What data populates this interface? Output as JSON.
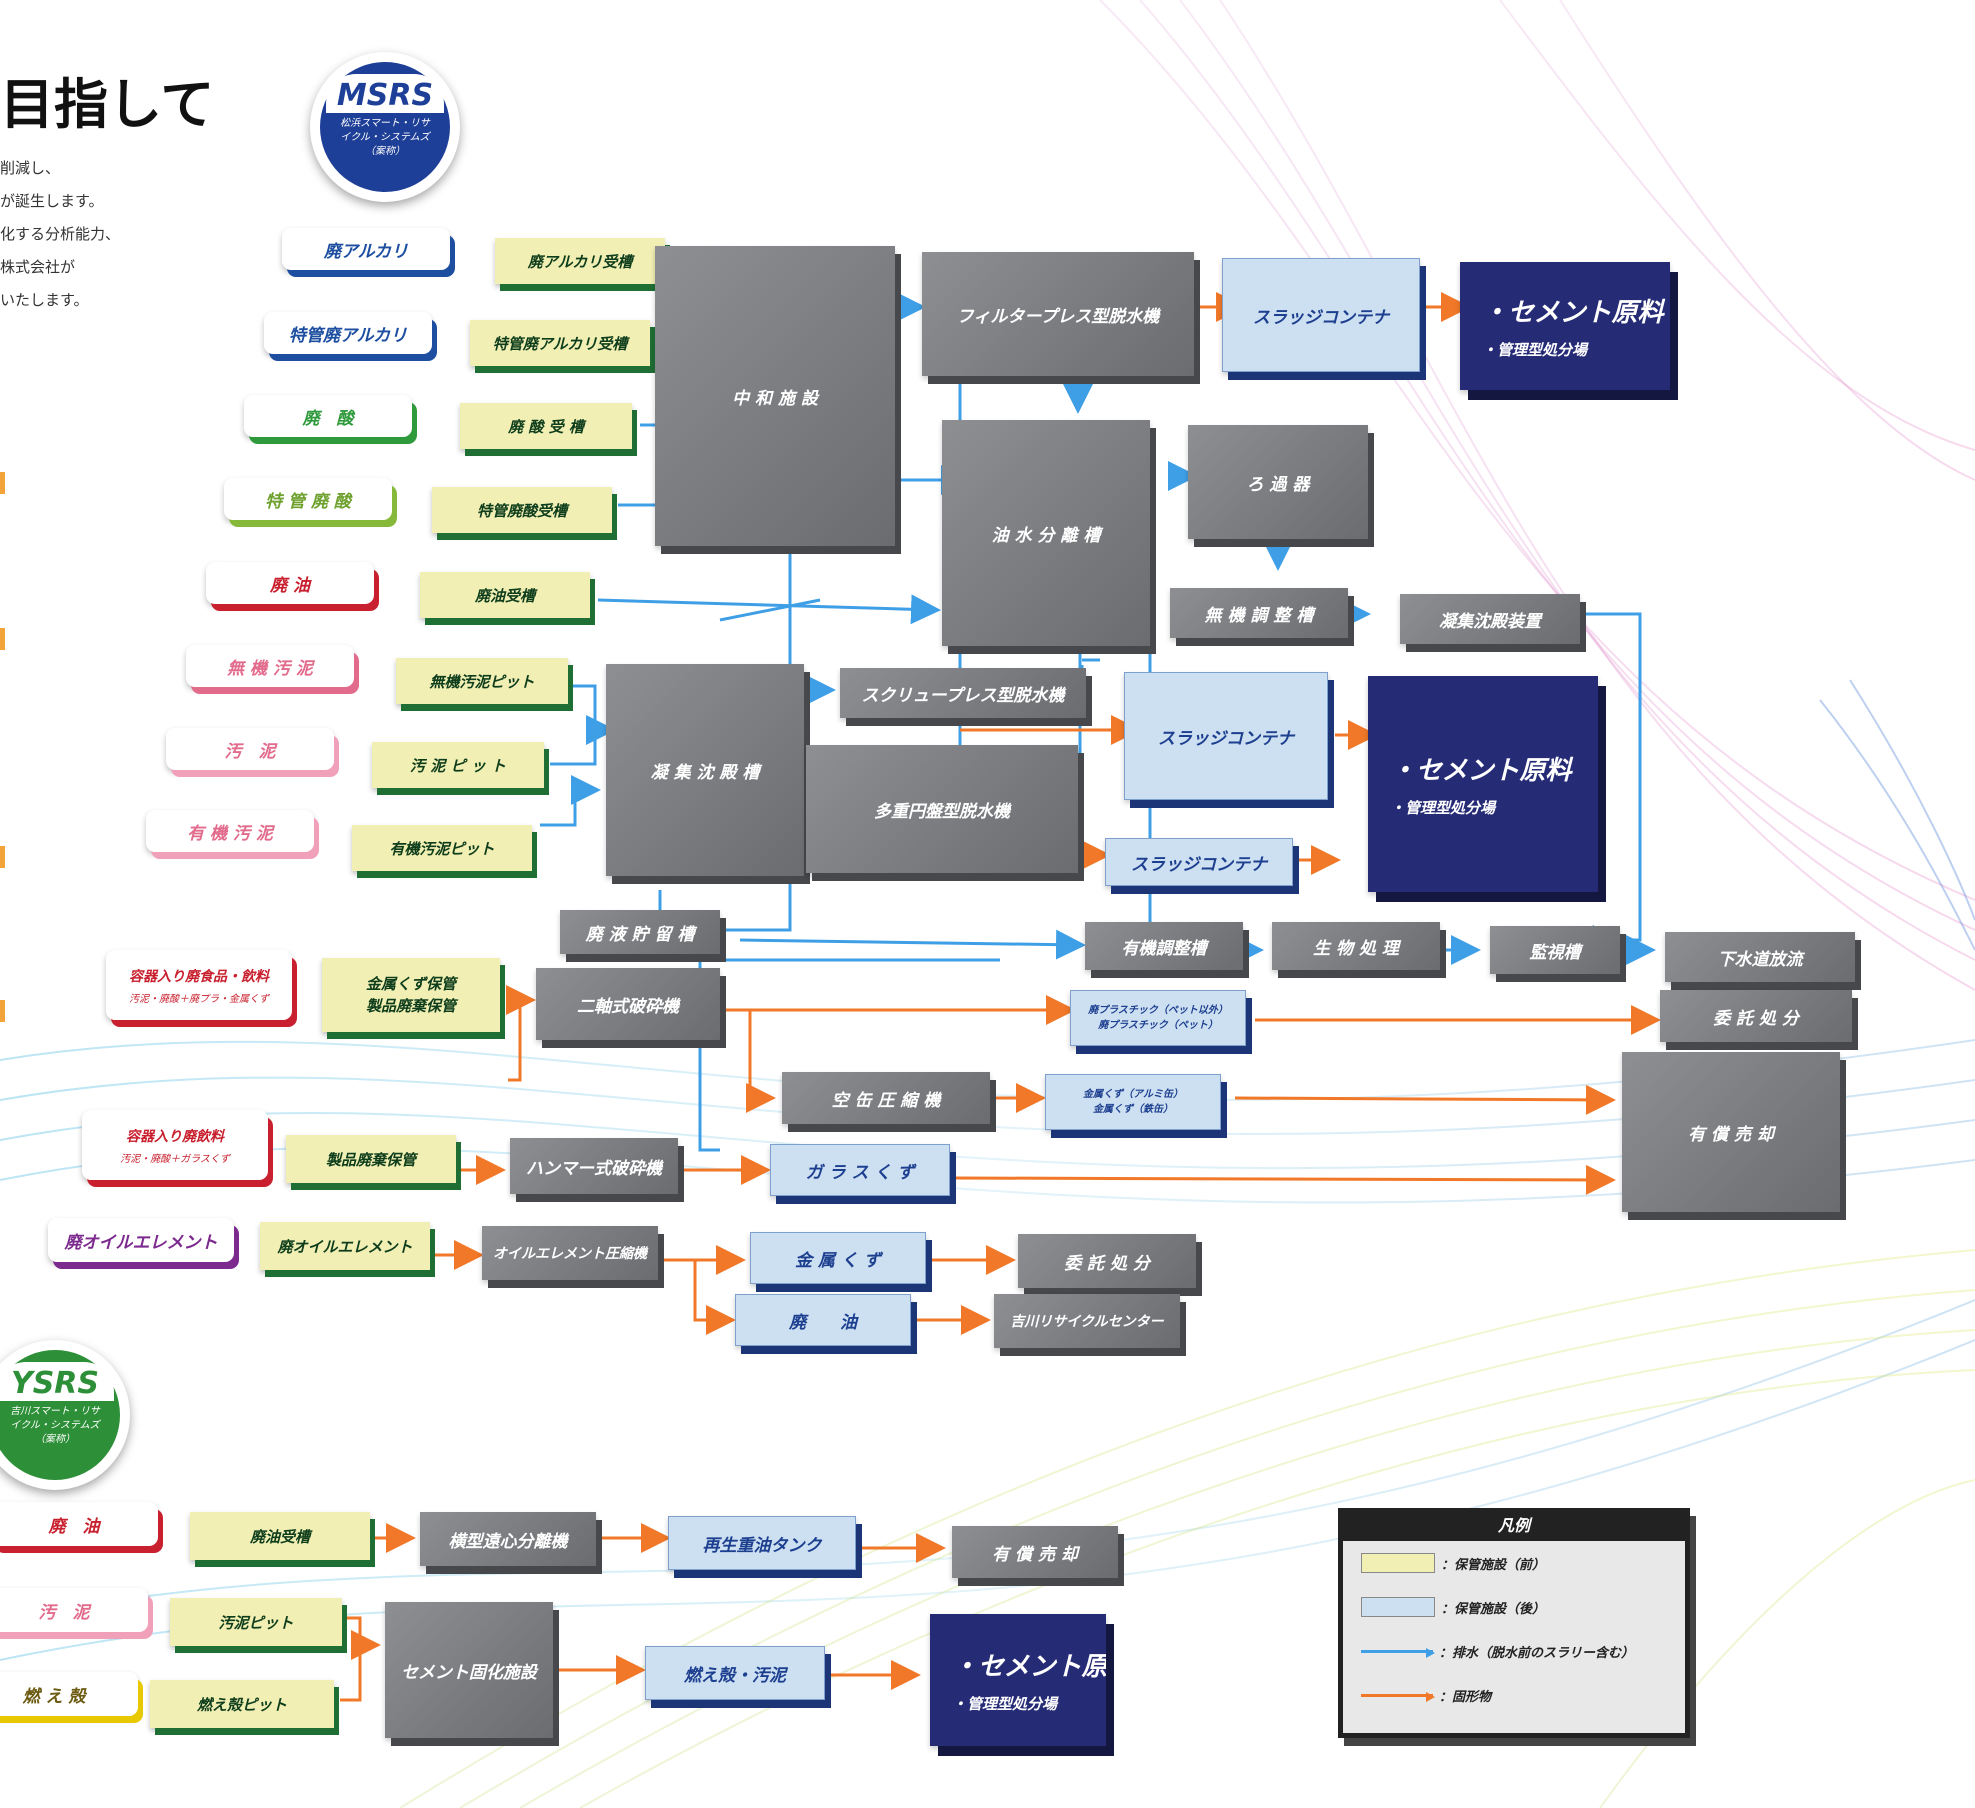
{
  "heading": "目指して",
  "intro": [
    "削減し、",
    "が誕生します。",
    "化する分析能力、",
    "株式会社が",
    "いたします。"
  ],
  "badges": {
    "msrs": {
      "code": "MSRS",
      "desc": "松浜スマート・リサイクル・システムズ（案称）"
    },
    "ysrs": {
      "code": "YSRS",
      "desc": "吉川スマート・リサイクル・システムズ（案称）"
    }
  },
  "colors": {
    "source_blue": "#1d4ea0",
    "source_green": "#2f9a3c",
    "source_red": "#c8202e",
    "source_pink": "#e26b8c",
    "source_purple": "#7d2a8e",
    "source_yellow": "#e8c800",
    "storage_before": "#f1efb4",
    "storage_after": "#cde0f2",
    "drain_line": "#3f9fe6",
    "solid_line": "#f07828",
    "product": "#262b76"
  },
  "sources": {
    "waste_alkali": "廃アルカリ",
    "special_alkali": "特管廃アルカリ",
    "waste_acid": "廃　酸",
    "special_acid": "特 管 廃 酸",
    "waste_oil": "廃 油",
    "inorganic_sludge": "無 機 汚 泥",
    "sludge": "汚　泥",
    "organic_sludge": "有 機 汚 泥",
    "container_food": {
      "title": "容器入り廃食品・飲料",
      "sub": "汚泥・廃酸＋廃プラ・金属くず"
    },
    "container_drink": {
      "title": "容器入り廃飲料",
      "sub": "汚泥・廃酸＋ガラスくず"
    },
    "oil_element": "廃オイルエレメント",
    "y_waste_oil": "廃　油",
    "y_sludge": "汚　泥",
    "y_cinder": "燃 え 殻"
  },
  "tanks": {
    "alkali_tank": "廃アルカリ受槽",
    "special_alkali_tank": "特管廃アルカリ受槽",
    "acid_tank": "廃 酸 受 槽",
    "special_acid_tank": "特管廃酸受槽",
    "oil_tank": "廃油受槽",
    "inorganic_pit": "無機汚泥ピット",
    "sludge_pit": "汚 泥 ピ ッ ト",
    "organic_pit": "有機汚泥ピット",
    "metal_storage": "金属くず保管",
    "product_storage": "製品廃棄保管",
    "product_storage2": "製品廃棄保管",
    "element_storage": "廃オイルエレメント",
    "y_oil_tank": "廃油受槽",
    "y_sludge_pit": "汚泥ピット",
    "y_cinder_pit": "燃え殻ピット"
  },
  "process": {
    "neutralization": "中 和 施 設",
    "filter_press": "フィルタープレス型脱水機",
    "oil_water": "油 水 分 離 槽",
    "filter": "ろ 過 器",
    "inorganic_adjust": "無 機 調 整 槽",
    "coag_device": "凝集沈殿装置",
    "screw_press": "スクリュープレス型脱水機",
    "coag_tank": "凝 集 沈 殿 槽",
    "multi_disc": "多重円盤型脱水機",
    "waste_liquid": "廃 液 貯 留 槽",
    "organic_adjust": "有機調整槽",
    "bio": "生 物 処 理",
    "monitor": "監視槽",
    "sewer": "下水道放流",
    "twin_crusher": "二軸式破砕機",
    "can_press": "空 缶 圧 縮 機",
    "hammer": "ハンマー式破砕機",
    "element_press": "オイルエレメント圧縮機",
    "consign1": "委 託 処 分",
    "sale1": "有 償 売 却",
    "consign2": "委 託 処 分",
    "yoshikawa_center": "吉川リサイクルセンター",
    "centrifuge": "横型遠心分離機",
    "y_sale": "有 償 売 却",
    "cement_solid": "セメント固化施設"
  },
  "storage_after": {
    "sludge_container1": "スラッジコンテナ",
    "sludge_container2": "スラッジコンテナ",
    "sludge_container3": "スラッジコンテナ",
    "plastic1": "廃プラスチック（ペット以外）",
    "plastic2": "廃プラスチック（ペット）",
    "metal1": "金属くず（アルミ缶）",
    "metal2": "金属くず（鉄缶）",
    "glass": "ガ ラ ス く ず",
    "metal_scrap": "金 属 く ず",
    "oil": "廃　　油",
    "regen_oil": "再生重油タンク",
    "cinder_sludge": "燃え殻・汚泥"
  },
  "products": {
    "main": "・セメント原料",
    "sub": "・管理型処分場"
  },
  "legend": {
    "title": "凡例",
    "before": "：保管施設（前）",
    "after": "：保管施設（後）",
    "drain": "：排水（脱水前のスラリー含む）",
    "solid": "：固形物"
  }
}
